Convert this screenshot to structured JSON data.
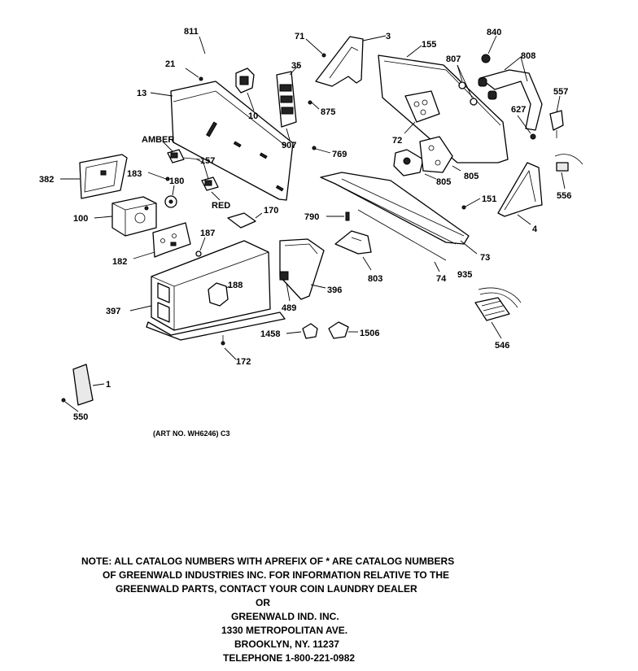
{
  "diagram": {
    "labels": {
      "l811": "811",
      "l21": "21",
      "l10": "10",
      "l13": "13",
      "l35": "35",
      "l71": "71",
      "l3": "3",
      "l155": "155",
      "l807": "807",
      "l840": "840",
      "l808": "808",
      "l557": "557",
      "l627": "627",
      "l875": "875",
      "l907": "907",
      "l769": "769",
      "l72": "72",
      "l805a": "805",
      "l805b": "805",
      "l556": "556",
      "l151": "151",
      "l4": "4",
      "l790": "790",
      "l73": "73",
      "l74": "74",
      "l803": "803",
      "l935": "935",
      "l546": "546",
      "l396": "396",
      "l489": "489",
      "l188": "188",
      "l397": "397",
      "l1458": "1458",
      "l1506": "1506",
      "l172": "172",
      "l1": "1",
      "l550": "550",
      "l382": "382",
      "l183": "183",
      "l180": "180",
      "l100": "100",
      "l182": "182",
      "l187": "187",
      "l170": "170",
      "l157": "157",
      "lamber": "AMBER",
      "lred": "RED"
    },
    "art_no": "(ART NO. WH6246) C3"
  },
  "note": {
    "line1": "NOTE: ALL CATALOG NUMBERS WITH APREFIX OF * ARE CATALOG NUMBERS",
    "line2": "OF GREENWALD INDUSTRIES INC. FOR INFORMATION RELATIVE TO THE",
    "line3": "GREENWALD PARTS, CONTACT YOUR COIN LAUNDRY DEALER",
    "line4": "OR",
    "line5": "GREENWALD IND. INC.",
    "line6": "1330 METROPOLITAN AVE.",
    "line7": "BROOKLYN, NY. 11237",
    "line8": "TELEPHONE 1-800-221-0982"
  }
}
